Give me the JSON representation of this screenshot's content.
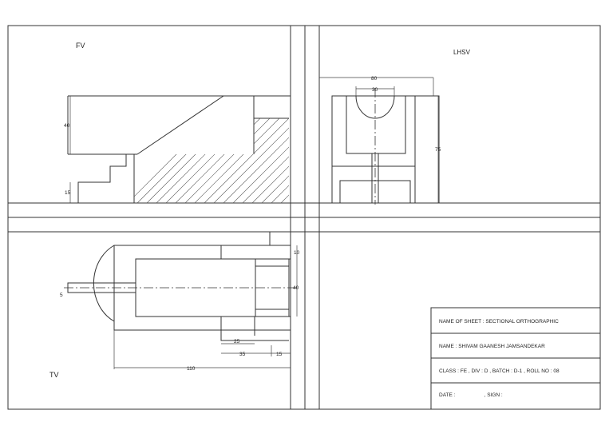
{
  "views": {
    "front": "FV",
    "side": "LHSV",
    "top": "TV"
  },
  "dimensions": {
    "fv_height_40": "40",
    "fv_step_15": "15",
    "side_width_80": "80",
    "side_bore_30": "30",
    "side_height_75": "75",
    "tv_top_10": "10",
    "tv_width_40": "40",
    "tv_rod_5": "5",
    "tv_25": "25",
    "tv_35": "35",
    "tv_15": "15",
    "tv_110": "110"
  },
  "title_block": {
    "sheet_name": "NAME OF SHEET : SECTIONAL ORTHOGRAPHIC",
    "student_name": "NAME : SHIVAM GAANESH JAMSANDEKAR",
    "class_info": "CLASS : FE , DIV : D , BATCH : D-1 , ROLL NO : 08",
    "date_sign": "DATE :                    , SIGN :"
  }
}
